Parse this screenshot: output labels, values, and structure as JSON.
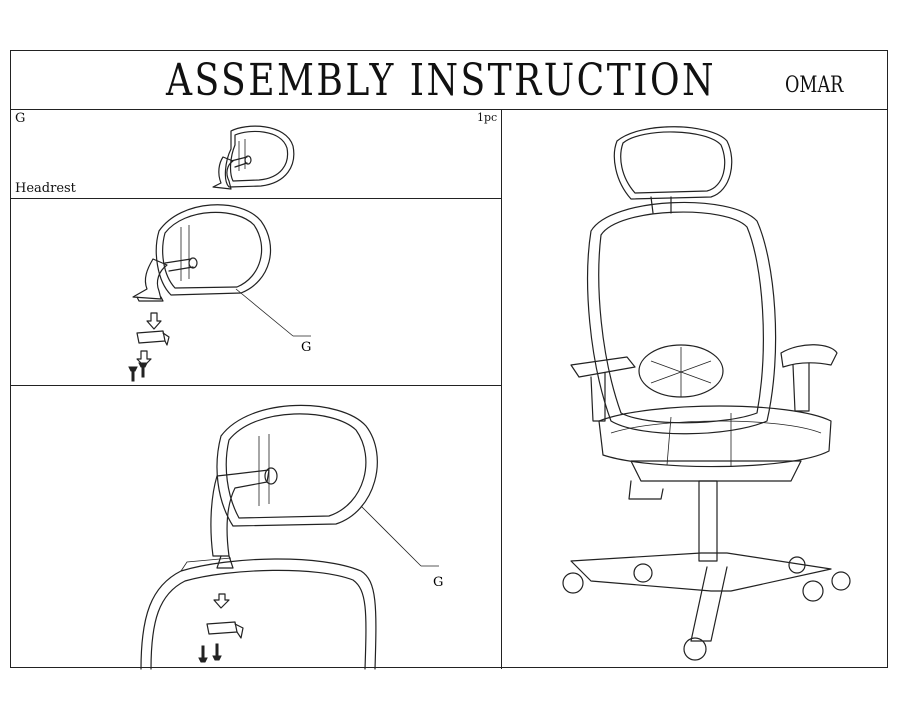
{
  "title": "ASSEMBLY INSTRUCTION",
  "model": "OMAR",
  "part": {
    "letter": "G",
    "quantity": "1pc",
    "name": "Headrest"
  },
  "callouts": {
    "step1": "G",
    "step2": "G"
  },
  "icons": [
    "headrest-icon",
    "screw-icon",
    "bracket-icon",
    "arrow-down-icon",
    "arrow-up-icon",
    "office-chair-icon"
  ]
}
